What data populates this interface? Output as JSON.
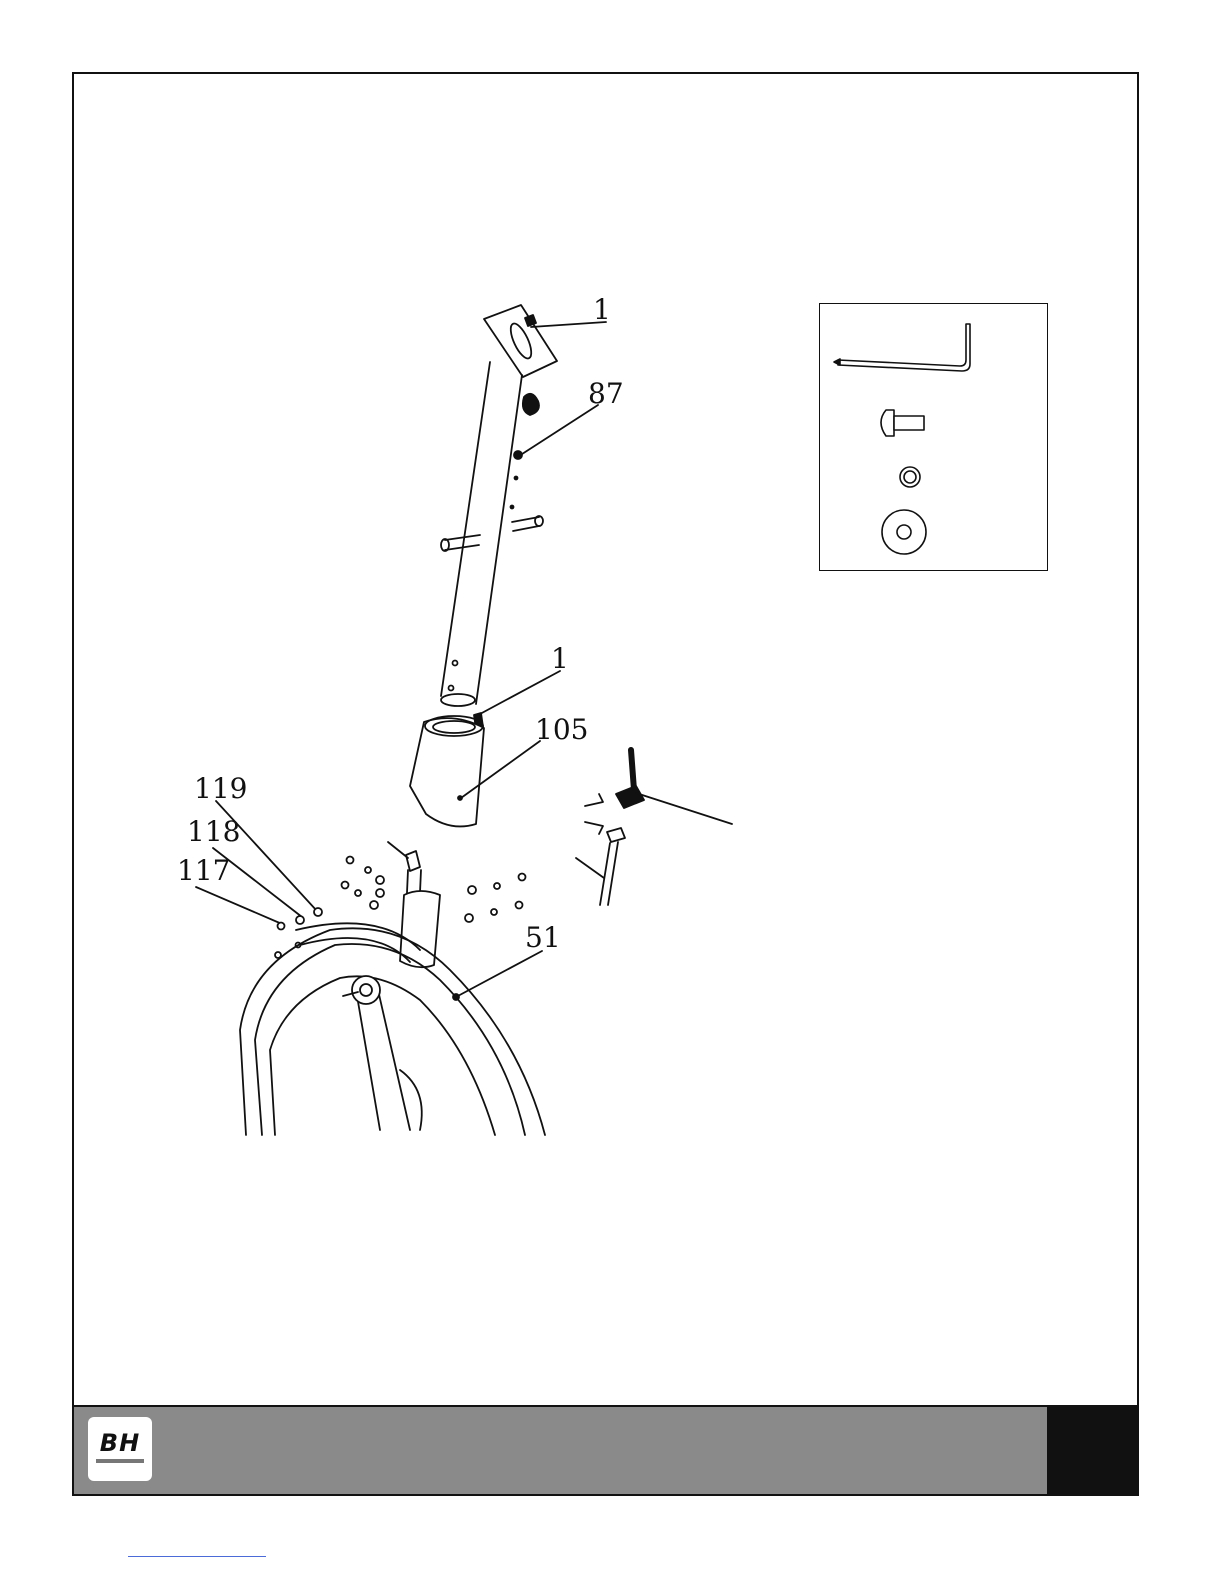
{
  "callouts": {
    "c1_top": "1",
    "c87": "87",
    "c1_bottom": "1",
    "c105": "105",
    "c119": "119",
    "c118": "118",
    "c117": "117",
    "c51": "51"
  },
  "footer": {
    "logo_text": "BH"
  }
}
